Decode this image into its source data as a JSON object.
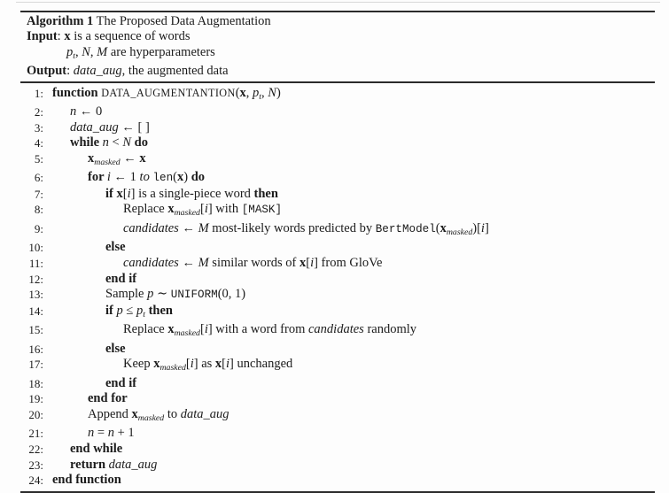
{
  "colors": {
    "background": "#fdfdfd",
    "ink": "#1b1b1b",
    "rule": "#2b2b2b",
    "artifact_line": "#d8d8d8"
  },
  "algorithm": {
    "caption_label": "Algorithm 1",
    "caption_title": " The Proposed Data Augmentation",
    "header_lines": [
      {
        "indent": 0,
        "seg": [
          {
            "s": "b",
            "t": "Input"
          },
          {
            "s": "r",
            "t": ": "
          },
          {
            "s": "bd",
            "t": "x"
          },
          {
            "s": "r",
            "t": " is a sequence of words"
          }
        ]
      },
      {
        "indent": 1,
        "seg": [
          {
            "s": "it",
            "t": "p"
          },
          {
            "s": "sub",
            "t": "t"
          },
          {
            "s": "r",
            "t": ", "
          },
          {
            "s": "it",
            "t": "N"
          },
          {
            "s": "r",
            "t": ", "
          },
          {
            "s": "it",
            "t": "M"
          },
          {
            "s": "r",
            "t": " are hyperparameters"
          }
        ]
      },
      {
        "indent": 0,
        "seg": [
          {
            "s": "b",
            "t": "Output"
          },
          {
            "s": "r",
            "t": ": "
          },
          {
            "s": "it",
            "t": "data_aug"
          },
          {
            "s": "r",
            "t": ", the augmented data"
          }
        ]
      }
    ],
    "lines": [
      {
        "num": "1:",
        "ind": 0,
        "seg": [
          {
            "s": "kw",
            "t": "function "
          },
          {
            "s": "sc",
            "t": "DATA_AUGMENTANTION"
          },
          {
            "s": "r",
            "t": "("
          },
          {
            "s": "bd",
            "t": "x"
          },
          {
            "s": "r",
            "t": ", "
          },
          {
            "s": "it",
            "t": "p"
          },
          {
            "s": "sub",
            "t": "t"
          },
          {
            "s": "r",
            "t": ", "
          },
          {
            "s": "it",
            "t": "N"
          },
          {
            "s": "r",
            "t": ")"
          }
        ]
      },
      {
        "num": "2:",
        "ind": 1,
        "seg": [
          {
            "s": "it",
            "t": "n"
          },
          {
            "s": "r",
            "t": " ← 0"
          }
        ]
      },
      {
        "num": "3:",
        "ind": 1,
        "seg": [
          {
            "s": "it",
            "t": "data_aug"
          },
          {
            "s": "r",
            "t": " ← [ ]"
          }
        ]
      },
      {
        "num": "4:",
        "ind": 1,
        "seg": [
          {
            "s": "kw",
            "t": "while "
          },
          {
            "s": "it",
            "t": "n"
          },
          {
            "s": "r",
            "t": " < "
          },
          {
            "s": "it",
            "t": "N"
          },
          {
            "s": "kw",
            "t": " do"
          }
        ]
      },
      {
        "num": "5:",
        "ind": 2,
        "seg": [
          {
            "s": "bd",
            "t": "x"
          },
          {
            "s": "sub",
            "t": "masked"
          },
          {
            "s": "r",
            "t": " ← "
          },
          {
            "s": "bd",
            "t": "x"
          }
        ]
      },
      {
        "num": "6:",
        "ind": 2,
        "seg": [
          {
            "s": "kw",
            "t": "for "
          },
          {
            "s": "it",
            "t": "i"
          },
          {
            "s": "r",
            "t": " ← 1 "
          },
          {
            "s": "it",
            "t": "to"
          },
          {
            "s": "r",
            "t": " "
          },
          {
            "s": "tt",
            "t": "len"
          },
          {
            "s": "r",
            "t": "("
          },
          {
            "s": "bd",
            "t": "x"
          },
          {
            "s": "r",
            "t": ") "
          },
          {
            "s": "kw",
            "t": "do"
          }
        ]
      },
      {
        "num": "7:",
        "ind": 3,
        "seg": [
          {
            "s": "kw",
            "t": "if "
          },
          {
            "s": "bd",
            "t": "x"
          },
          {
            "s": "r",
            "t": "["
          },
          {
            "s": "it",
            "t": "i"
          },
          {
            "s": "r",
            "t": "] is a single-piece word "
          },
          {
            "s": "kw",
            "t": "then"
          }
        ]
      },
      {
        "num": "8:",
        "ind": 4,
        "seg": [
          {
            "s": "r",
            "t": "Replace "
          },
          {
            "s": "bd",
            "t": "x"
          },
          {
            "s": "sub",
            "t": "masked"
          },
          {
            "s": "r",
            "t": "["
          },
          {
            "s": "it",
            "t": "i"
          },
          {
            "s": "r",
            "t": "] with "
          },
          {
            "s": "tt",
            "t": "[MASK]"
          }
        ]
      },
      {
        "num": "9:",
        "ind": 4,
        "seg": [
          {
            "s": "it",
            "t": "candidates"
          },
          {
            "s": "r",
            "t": " ← "
          },
          {
            "s": "it",
            "t": "M"
          },
          {
            "s": "r",
            "t": " most-likely words predicted by "
          },
          {
            "s": "tt",
            "t": "BertModel"
          },
          {
            "s": "r",
            "t": "("
          },
          {
            "s": "bd",
            "t": "x"
          },
          {
            "s": "sub",
            "t": "masked"
          },
          {
            "s": "r",
            "t": ")["
          },
          {
            "s": "it",
            "t": "i"
          },
          {
            "s": "r",
            "t": "]"
          }
        ]
      },
      {
        "num": "10:",
        "ind": 3,
        "seg": [
          {
            "s": "kw",
            "t": "else"
          }
        ]
      },
      {
        "num": "11:",
        "ind": 4,
        "seg": [
          {
            "s": "it",
            "t": "candidates"
          },
          {
            "s": "r",
            "t": " ← "
          },
          {
            "s": "it",
            "t": "M"
          },
          {
            "s": "r",
            "t": " similar words of "
          },
          {
            "s": "bd",
            "t": "x"
          },
          {
            "s": "r",
            "t": "["
          },
          {
            "s": "it",
            "t": "i"
          },
          {
            "s": "r",
            "t": "] from GloVe"
          }
        ]
      },
      {
        "num": "12:",
        "ind": 3,
        "seg": [
          {
            "s": "kw",
            "t": "end if"
          }
        ]
      },
      {
        "num": "13:",
        "ind": 3,
        "seg": [
          {
            "s": "r",
            "t": "Sample "
          },
          {
            "s": "it",
            "t": "p"
          },
          {
            "s": "r",
            "t": " ∼ "
          },
          {
            "s": "tt",
            "t": "UNIFORM"
          },
          {
            "s": "r",
            "t": "(0, 1)"
          }
        ]
      },
      {
        "num": "14:",
        "ind": 3,
        "seg": [
          {
            "s": "kw",
            "t": "if "
          },
          {
            "s": "it",
            "t": "p"
          },
          {
            "s": "r",
            "t": " ≤ "
          },
          {
            "s": "it",
            "t": "p"
          },
          {
            "s": "sub",
            "t": "t"
          },
          {
            "s": "kw",
            "t": " then"
          }
        ]
      },
      {
        "num": "15:",
        "ind": 4,
        "seg": [
          {
            "s": "r",
            "t": "Replace "
          },
          {
            "s": "bd",
            "t": "x"
          },
          {
            "s": "sub",
            "t": "masked"
          },
          {
            "s": "r",
            "t": "["
          },
          {
            "s": "it",
            "t": "i"
          },
          {
            "s": "r",
            "t": "] with a word from "
          },
          {
            "s": "it",
            "t": "candidates"
          },
          {
            "s": "r",
            "t": " randomly"
          }
        ]
      },
      {
        "num": "16:",
        "ind": 3,
        "seg": [
          {
            "s": "kw",
            "t": "else"
          }
        ]
      },
      {
        "num": "17:",
        "ind": 4,
        "seg": [
          {
            "s": "r",
            "t": "Keep "
          },
          {
            "s": "bd",
            "t": "x"
          },
          {
            "s": "sub",
            "t": "masked"
          },
          {
            "s": "r",
            "t": "["
          },
          {
            "s": "it",
            "t": "i"
          },
          {
            "s": "r",
            "t": "] as "
          },
          {
            "s": "bd",
            "t": "x"
          },
          {
            "s": "r",
            "t": "["
          },
          {
            "s": "it",
            "t": "i"
          },
          {
            "s": "r",
            "t": "] unchanged"
          }
        ]
      },
      {
        "num": "18:",
        "ind": 3,
        "seg": [
          {
            "s": "kw",
            "t": "end if"
          }
        ]
      },
      {
        "num": "19:",
        "ind": 2,
        "seg": [
          {
            "s": "kw",
            "t": "end for"
          }
        ]
      },
      {
        "num": "20:",
        "ind": 2,
        "seg": [
          {
            "s": "r",
            "t": "Append "
          },
          {
            "s": "bd",
            "t": "x"
          },
          {
            "s": "sub",
            "t": "masked"
          },
          {
            "s": "r",
            "t": " to "
          },
          {
            "s": "it",
            "t": "data_aug"
          }
        ]
      },
      {
        "num": "21:",
        "ind": 2,
        "seg": [
          {
            "s": "it",
            "t": "n"
          },
          {
            "s": "r",
            "t": " = "
          },
          {
            "s": "it",
            "t": "n"
          },
          {
            "s": "r",
            "t": " + 1"
          }
        ]
      },
      {
        "num": "22:",
        "ind": 1,
        "seg": [
          {
            "s": "kw",
            "t": "end while"
          }
        ]
      },
      {
        "num": "23:",
        "ind": 1,
        "seg": [
          {
            "s": "kw",
            "t": "return "
          },
          {
            "s": "it",
            "t": "data_aug"
          }
        ]
      },
      {
        "num": "24:",
        "ind": 0,
        "seg": [
          {
            "s": "kw",
            "t": "end function"
          }
        ]
      }
    ]
  }
}
